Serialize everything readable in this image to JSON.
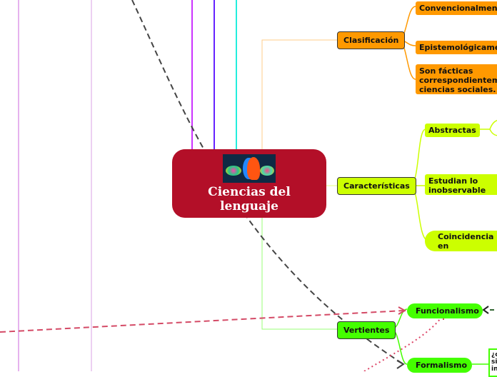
{
  "central": {
    "title": "Ciencias del lenguaje"
  },
  "branches": {
    "clasificacion": {
      "label": "Clasificación",
      "children": [
        "Convencionalmente",
        "Epistemológicamente",
        "Son fácticas correspondientemente ciencias sociales."
      ]
    },
    "caracteristicas": {
      "label": "Características",
      "children": [
        "Abstractas",
        "Estudian lo inobservable necesario",
        "Coincidencia en instrumento"
      ]
    },
    "vertientes": {
      "label": "Vertientes",
      "children": [
        "Funcionalismo",
        "Formalismo"
      ]
    }
  },
  "partial": {
    "formalismo_note": "¿c si in"
  },
  "colors": {
    "central": "#b30f28",
    "clasificacion": "#ff9900",
    "caracteristicas": "#ccff00",
    "vertientes": "#44ff00"
  }
}
